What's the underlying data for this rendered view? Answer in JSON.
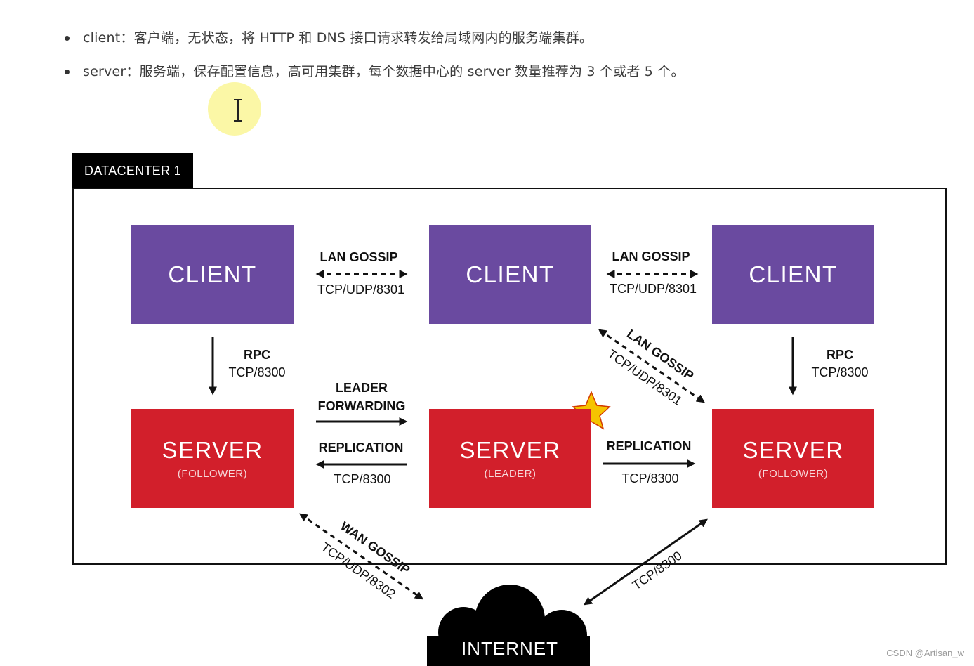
{
  "bullets": [
    "client：客户端，无状态，将 HTTP 和 DNS 接口请求转发给局域网内的服务端集群。",
    "server：服务端，保存配置信息，高可用集群，每个数据中心的 server 数量推荐为 3 个或者 5 个。"
  ],
  "datacenter_label": "DATACENTER 1",
  "clients": [
    "CLIENT",
    "CLIENT",
    "CLIENT"
  ],
  "servers": [
    {
      "label": "SERVER",
      "role": "(FOLLOWER)"
    },
    {
      "label": "SERVER",
      "role": "(LEADER)"
    },
    {
      "label": "SERVER",
      "role": "(FOLLOWER)"
    }
  ],
  "labels": {
    "lan_gossip": "LAN GOSSIP",
    "lan_port": "TCP/UDP/8301",
    "rpc": "RPC",
    "rpc_port": "TCP/8300",
    "leader": "LEADER",
    "forwarding": "FORWARDING",
    "replication": "REPLICATION",
    "repl_port": "TCP/8300",
    "wan_gossip": "WAN GOSSIP",
    "wan_port": "TCP/UDP/8302",
    "internet_port": "TCP/8300"
  },
  "internet": "INTERNET",
  "watermark": "CSDN @Artisan_w",
  "colors": {
    "client": "#6a4aa0",
    "server": "#d21f2b",
    "leader_star": "#f5c400",
    "cursor_halo": "#faf696"
  }
}
